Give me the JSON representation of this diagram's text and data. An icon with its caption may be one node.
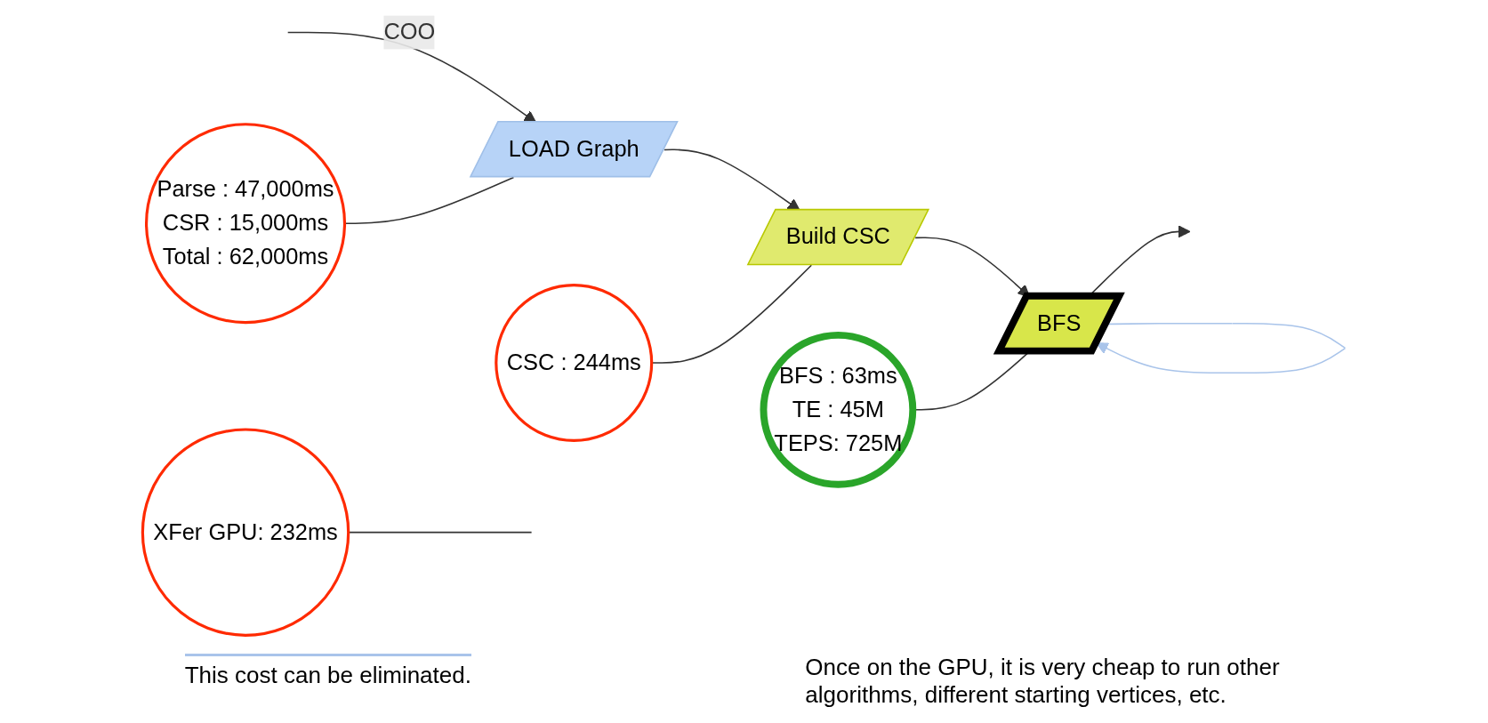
{
  "diagram": {
    "nodes": [
      {
        "text": [
          "LOAD Graph"
        ]
      },
      {
        "text": [
          "Build CSC"
        ]
      },
      {
        "text": [
          "BFS"
        ]
      },
      {
        "text": [
          "Parse : 47,000ms",
          "CSR : 15,000ms",
          "Total : 62,000ms"
        ]
      },
      {
        "text": [
          "CSC : 244ms"
        ]
      },
      {
        "text": [
          "BFS : 63ms",
          "TE : 45M",
          "TEPS: 725M"
        ]
      },
      {
        "text": [
          "XFer GPU: 232ms"
        ]
      }
    ],
    "edges": [
      {
        "from": null,
        "to": 0,
        "arrow": "to",
        "label": "COO"
      },
      {
        "from": 0,
        "to": 1,
        "arrow": "to"
      },
      {
        "from": 1,
        "to": 2,
        "arrow": "to"
      },
      {
        "from": 2,
        "to": null,
        "arrow": "to"
      },
      {
        "from": 3,
        "to": 0,
        "arrow": "none"
      },
      {
        "from": 4,
        "to": 1,
        "arrow": "none"
      },
      {
        "from": 5,
        "to": 2,
        "arrow": "none"
      },
      {
        "from": 6,
        "to": null,
        "arrow": "none"
      },
      {
        "from": 2,
        "to": 2,
        "arrow": "to",
        "color": "#a9c4ea"
      }
    ],
    "labels": [
      "This cost can be eliminated.",
      "Once on the GPU, it is very cheap to run other algorithms, different starting vertices, etc."
    ]
  }
}
